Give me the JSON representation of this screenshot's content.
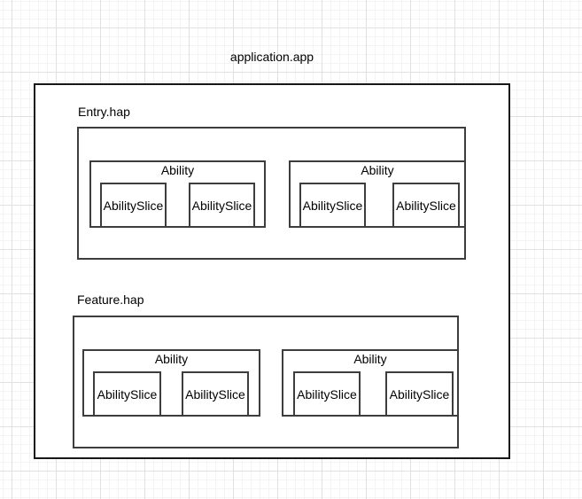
{
  "diagram": {
    "title": "application.app",
    "haps": [
      {
        "label": "Entry.hap",
        "abilities": [
          {
            "label": "Ability",
            "slices": [
              "AbilitySlice",
              "AbilitySlice"
            ]
          },
          {
            "label": "Ability",
            "slices": [
              "AbilitySlice",
              "AbilitySlice"
            ]
          }
        ]
      },
      {
        "label": "Feature.hap",
        "abilities": [
          {
            "label": "Ability",
            "slices": [
              "AbilitySlice",
              "AbilitySlice"
            ]
          },
          {
            "label": "Ability",
            "slices": [
              "AbilitySlice",
              "AbilitySlice"
            ]
          }
        ]
      }
    ]
  },
  "colors": {
    "canvas_background": "#ffffff",
    "grid_minor": "#f4f4f4",
    "grid_major": "#e1e1e1",
    "outer_box_stroke": "#171717",
    "inner_box_stroke": "#3d3d3d",
    "text": "#000000"
  }
}
